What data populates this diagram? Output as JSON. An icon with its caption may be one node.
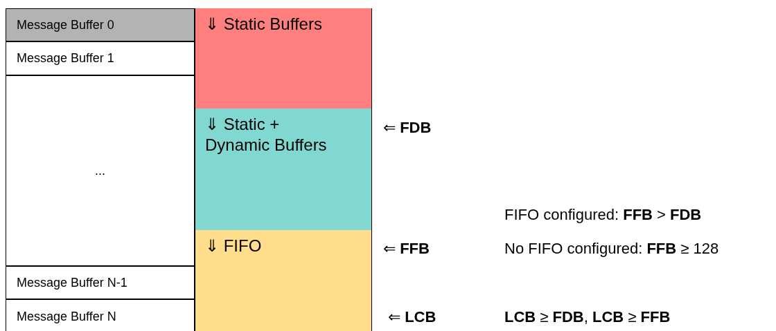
{
  "diagram": {
    "nodes": [
      {
        "text": [
          "Message Buffer 0"
        ]
      },
      {
        "text": [
          "Message Buffer 1"
        ]
      },
      {
        "text": [
          "..."
        ]
      },
      {
        "text": [
          "Message Buffer N-1"
        ]
      },
      {
        "text": [
          "Message Buffer N"
        ]
      },
      {
        "text": [
          "⇓ Static Buffers"
        ]
      },
      {
        "text": [
          "⇓ Static + Dynamic Buffers"
        ]
      },
      {
        "text": [
          "⇓ FIFO"
        ]
      }
    ],
    "edges": [],
    "labels": [
      "⇐ **FDB**",
      "FIFO configured: **FFB** > **FDB**",
      "⇐ **FFB**",
      "No FIFO configured: **FFB** ≥ 128",
      "⇐ **LCB**",
      "**LCB** ≥ **FDB**, **LCB** ≥ **FFB**"
    ]
  }
}
